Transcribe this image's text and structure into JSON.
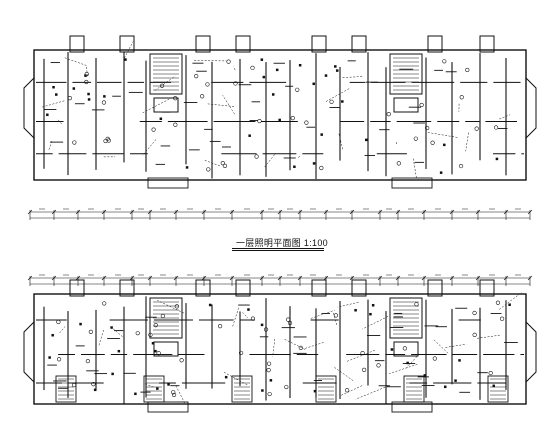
{
  "drawing": {
    "title": "一层照明平面图",
    "scale": "1:100",
    "line_color": "#111111",
    "background": "#ffffff"
  },
  "plans": [
    {
      "id": "upper-floor-plan",
      "icon": "floor-plan-lighting"
    },
    {
      "id": "ground-floor-plan",
      "icon": "floor-plan-lighting"
    }
  ]
}
